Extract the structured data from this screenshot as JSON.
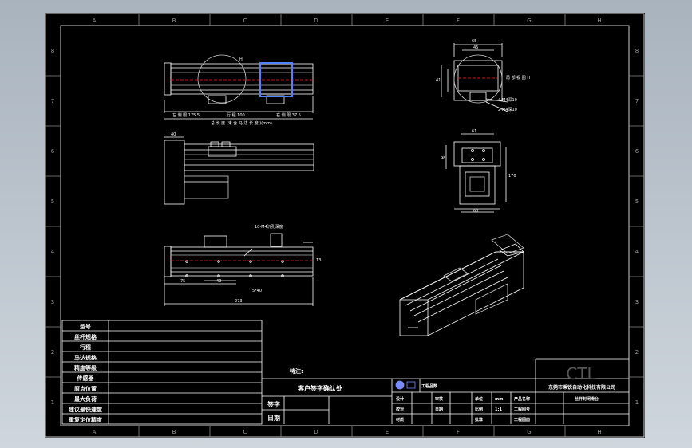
{
  "border": {
    "top_cols": [
      "A",
      "B",
      "C",
      "D",
      "E",
      "F",
      "G",
      "H"
    ],
    "bottom_cols": [
      "A",
      "B",
      "C",
      "D",
      "E",
      "F",
      "G",
      "H"
    ],
    "left_rows": [
      "8",
      "7",
      "6",
      "5",
      "4",
      "3",
      "2",
      "1"
    ],
    "right_rows": [
      "8",
      "7",
      "6",
      "5",
      "4",
      "3",
      "2",
      "1"
    ]
  },
  "views": {
    "top": {
      "dim_left": "左 侧 限 175.5",
      "dim_stroke": "行 程 100",
      "dim_right": "右 侧 限 37.5",
      "dim_total": "总 长 度 (未 含 马 达 长 度 )(mm)",
      "mark": "H"
    },
    "end": {
      "label": "局 部 视 图 H",
      "dim_top1": "65",
      "dim_top2": "45",
      "dim_left": "41",
      "dim_hole1": "4-M4深10",
      "dim_hole2": "2-M4深10"
    },
    "side": {
      "dim": "40"
    },
    "front": {
      "dim_width": "61",
      "dim_height": "98",
      "dim_vert": "170",
      "dim_bottom": "60"
    },
    "bottom": {
      "note": "10-M4沉孔深度",
      "d1": "75",
      "d2": "40",
      "d3": "5*40",
      "d4": "273",
      "d5": "13"
    }
  },
  "spec_table": {
    "rows": [
      "型号",
      "丝杆规格",
      "行程",
      "马达规格",
      "精度等级",
      "传感器",
      "原点位置",
      "最大负荷",
      "建议最快速度",
      "重复定位精度"
    ],
    "values": [
      "",
      "",
      "",
      "",
      "",
      "",
      "",
      "",
      "",
      ""
    ]
  },
  "center_block": {
    "note": "特注:",
    "confirm": "客户签字确认处",
    "sign": "签字",
    "date": "日期"
  },
  "title_block": {
    "projection": "工程品数",
    "logo": "CTL",
    "company": "东莞市乘锐自动化科技有限公司",
    "labels": {
      "design": "设计",
      "audit": "审核",
      "date": "日期",
      "unit": "单位",
      "unit_val": "mm",
      "scale": "比例",
      "scale_val": "1:1",
      "check": "校对",
      "approve": "批准",
      "material": "材质",
      "product_name": "产品名称",
      "drawing_no": "工程图号",
      "drawing_no2": "工程图面"
    },
    "product_value": "丝杆封闭滑台"
  }
}
